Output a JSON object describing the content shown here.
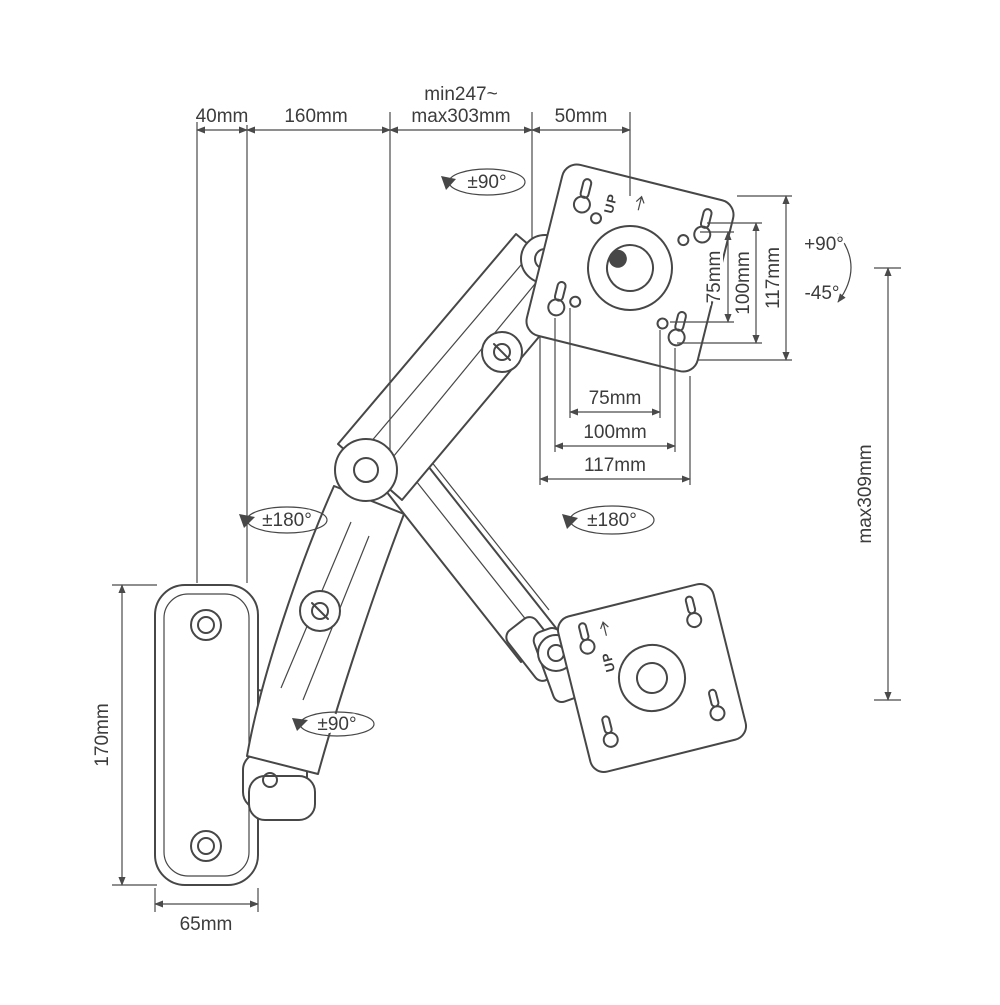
{
  "colors": {
    "ink": "#474747",
    "background": "#ffffff"
  },
  "labels": {
    "dim40": "40mm",
    "dim160": "160mm",
    "dimMinA": "min247~",
    "dimMinB": "max303mm",
    "dim50": "50mm",
    "rotHead": "±90°",
    "rotElbow": "±180°",
    "rotPlate": "±180°",
    "rotBase": "±90°",
    "tiltUp": "+90°",
    "tiltDown": "-45°",
    "vesaV75": "75mm",
    "vesaV100": "100mm",
    "vesaV117": "117mm",
    "vesaH75": "75mm",
    "vesaH100": "100mm",
    "vesaH117": "117mm",
    "maxReach": "max309mm",
    "plateHeight": "170mm",
    "plateWidth": "65mm",
    "upTop": "UP",
    "upBottom": "UP"
  }
}
